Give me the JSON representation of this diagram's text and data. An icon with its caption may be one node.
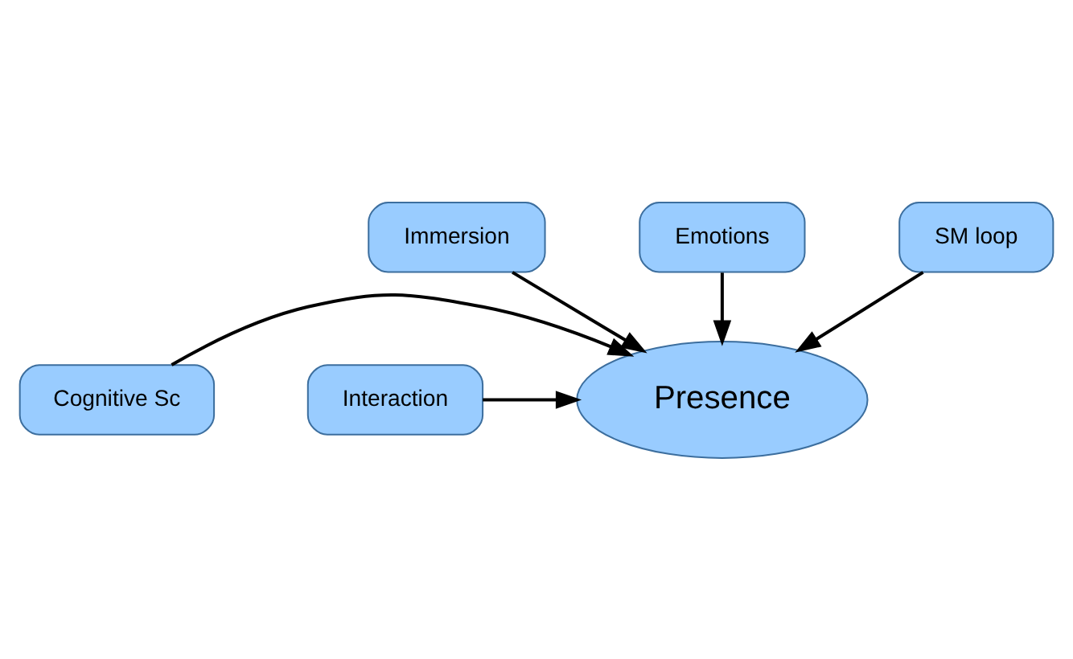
{
  "diagram": {
    "nodes": [
      {
        "text": [
          "Immersion"
        ]
      },
      {
        "text": [
          "Cognitive Sc"
        ]
      },
      {
        "text": [
          "Presence"
        ]
      },
      {
        "text": [
          "Interaction"
        ]
      },
      {
        "text": [
          "Emotions"
        ]
      },
      {
        "text": [
          "SM loop"
        ]
      }
    ],
    "edges": [
      {
        "from": 0,
        "to": 2,
        "arrow": "to"
      },
      {
        "from": 1,
        "to": 2,
        "arrow": "to"
      },
      {
        "from": 3,
        "to": 2,
        "arrow": "to"
      },
      {
        "from": 4,
        "to": 2,
        "arrow": "to"
      },
      {
        "from": 5,
        "to": 2,
        "arrow": "to"
      }
    ]
  }
}
